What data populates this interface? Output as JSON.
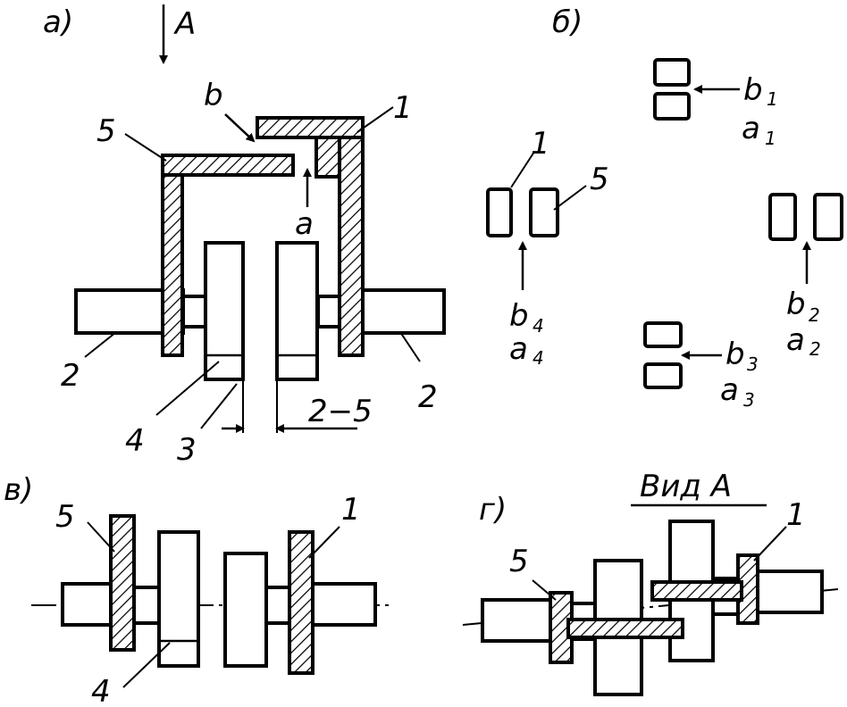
{
  "panels": {
    "a": {
      "label": "а)",
      "view_arrow": "А",
      "gap_b": "b",
      "gap_a": "a",
      "part_1": "1",
      "part_2_left": "2",
      "part_2_right": "2",
      "part_3": "3",
      "part_4": "4",
      "part_5": "5",
      "dimension": "2−5"
    },
    "b": {
      "label": "б)",
      "part_1": "1",
      "part_5": "5",
      "b1": "b",
      "b1_sub": "1",
      "a1": "a",
      "a1_sub": "1",
      "b2": "b",
      "b2_sub": "2",
      "a2": "a",
      "a2_sub": "2",
      "b3": "b",
      "b3_sub": "3",
      "a3": "a",
      "a3_sub": "3",
      "b4": "b",
      "b4_sub": "4",
      "a4": "a",
      "a4_sub": "4"
    },
    "c": {
      "label": "в)",
      "part_5": "5",
      "part_1": "1",
      "part_4": "4"
    },
    "d": {
      "label": "г)",
      "title": "Вид А",
      "part_5": "5",
      "part_1": "1"
    }
  }
}
